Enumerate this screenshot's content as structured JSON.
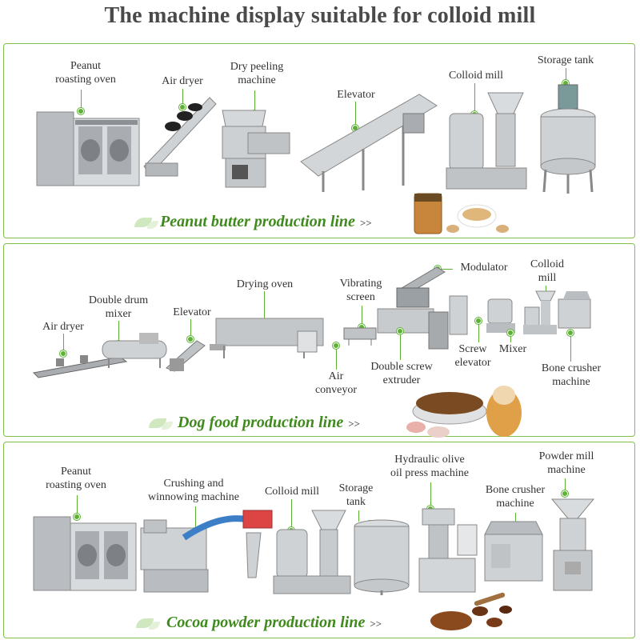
{
  "header": {
    "title": "The machine display suitable for colloid mill"
  },
  "colors": {
    "accent_green": "#5db233",
    "line_title_green": "#3f8a1c",
    "steel": "#c9ccce",
    "border": "#7fc24a"
  },
  "peanut_line": {
    "title": "Peanut butter production line",
    "arrows": ">>",
    "machines": [
      {
        "label": "Peanut\nroasting oven"
      },
      {
        "label": "Air dryer"
      },
      {
        "label": "Dry peeling\nmachine"
      },
      {
        "label": "Elevator"
      },
      {
        "label": "Colloid mill"
      },
      {
        "label": "Storage tank"
      }
    ]
  },
  "dogfood_line": {
    "title": "Dog food production line",
    "arrows": ">>",
    "machines": [
      {
        "label": "Air dryer"
      },
      {
        "label": "Double drum\nmixer"
      },
      {
        "label": "Elevator"
      },
      {
        "label": "Drying oven"
      },
      {
        "label": "Vibrating\nscreen"
      },
      {
        "label": "Modulator"
      },
      {
        "label": "Colloid\nmill"
      },
      {
        "label": "Air\nconveyor"
      },
      {
        "label": "Double screw\nextruder"
      },
      {
        "label": "Screw\nelevator"
      },
      {
        "label": "Mixer"
      },
      {
        "label": "Bone crusher\nmachine"
      }
    ]
  },
  "cocoa_line": {
    "title": "Cocoa powder production line",
    "arrows": ">>",
    "machines": [
      {
        "label": "Peanut\nroasting oven"
      },
      {
        "label": "Crushing and\nwinnowing machine"
      },
      {
        "label": "Colloid mill"
      },
      {
        "label": "Storage\ntank"
      },
      {
        "label": "Hydraulic olive\noil press machine"
      },
      {
        "label": "Bone crusher\nmachine"
      },
      {
        "label": "Powder mill\nmachine"
      }
    ]
  }
}
